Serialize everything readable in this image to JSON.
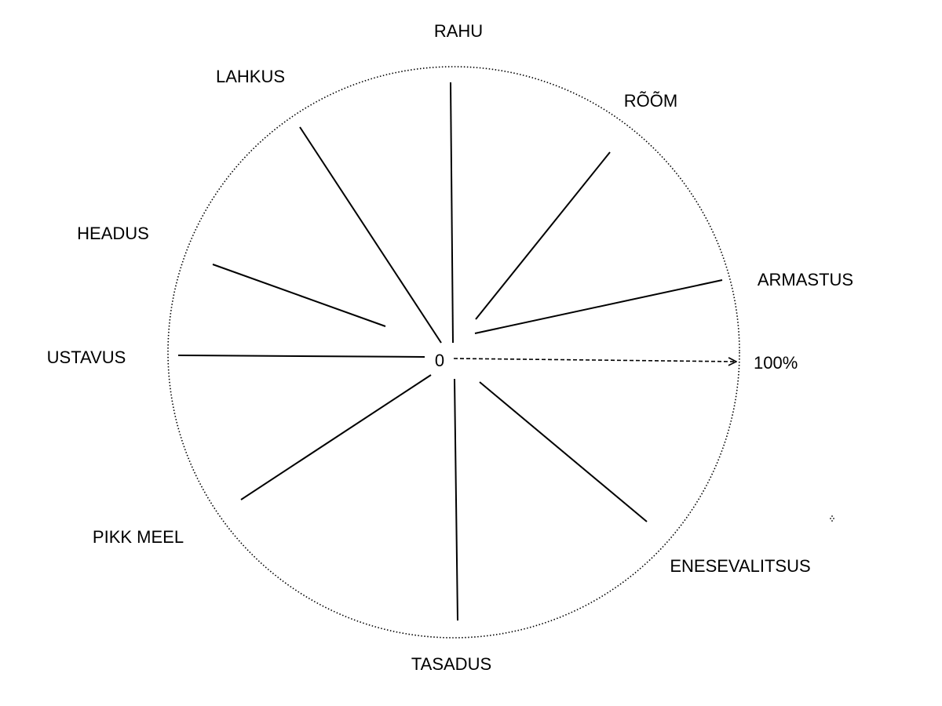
{
  "center_label": "0",
  "scale_label": "100%",
  "spokes": [
    {
      "label": "RAHU"
    },
    {
      "label": "RÕÕM"
    },
    {
      "label": "ARMASTUS"
    },
    {
      "label": "ENESEVALITSUS"
    },
    {
      "label": "TASADUS"
    },
    {
      "label": "PIKK MEEL"
    },
    {
      "label": "USTAVUS"
    },
    {
      "label": "HEADUS"
    },
    {
      "label": "LAHKUS"
    }
  ]
}
